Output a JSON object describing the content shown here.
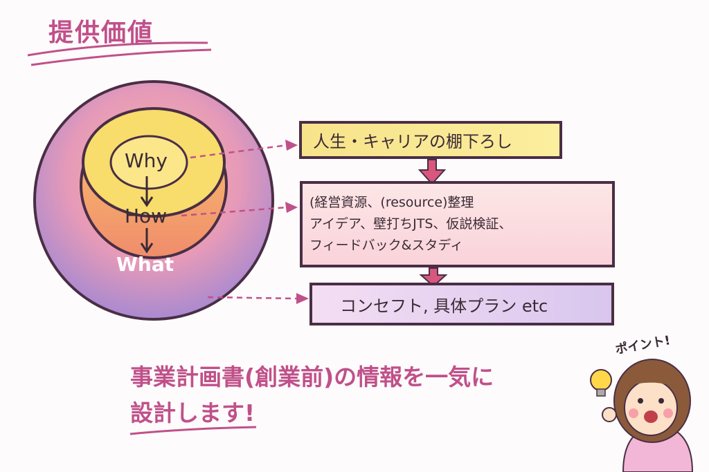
{
  "title": "提供価値",
  "circle": {
    "why": "Why",
    "how": "How",
    "what": "What"
  },
  "boxes": {
    "why_box": "人生・キャリアの棚下ろし",
    "how_box": [
      "(経営資源、(resource)整理",
      "アイデア、壁打ちJTS、仮説検証、",
      "フィードバック&スタディ"
    ],
    "what_box": "コンセフト, 具体プラン etc"
  },
  "message": {
    "line1": "事業計画書(創業前)の情報を一気に",
    "line2": "設計します!"
  },
  "character": {
    "speech": "ポイント!"
  },
  "colors": {
    "accent": "#c0508a",
    "outline": "#4a2e45",
    "why": "#f7d96a",
    "how": "#f4a070",
    "what": "#a98ad0"
  }
}
